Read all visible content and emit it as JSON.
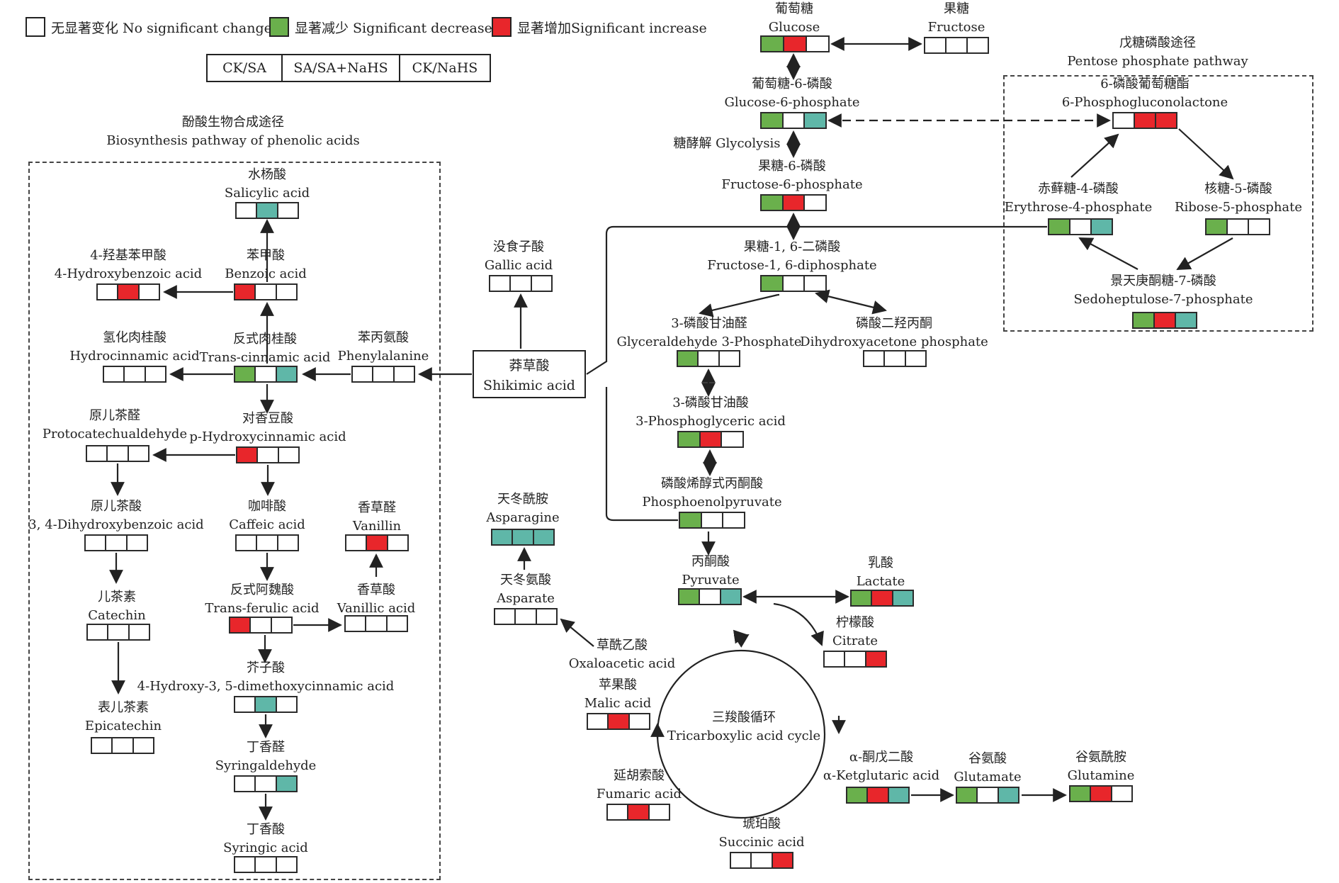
{
  "legend": {
    "no_change": "无显著变化 No significant change",
    "decrease": "显著减少 Significant decrease",
    "increase": "显著增加Significant increase"
  },
  "header": {
    "cols": [
      "CK/SA",
      "SA/SA+NaHS",
      "CK/NaHS"
    ]
  },
  "colors": {
    "no_change": "#ffffff",
    "decrease": "#6ab04c",
    "increase": "#e8262b",
    "other": "#5fb7a8"
  },
  "regions": {
    "phenolic": {
      "cn": "酚酸生物合成途径",
      "en": "Biosynthesis pathway of phenolic acids"
    },
    "pentose": {
      "cn": "戊糖磷酸途径",
      "en": "Pentose phosphate pathway"
    }
  },
  "glycolysis_label": "糖酵解 Glycolysis",
  "tca": {
    "cn": "三羧酸循环",
    "en": "Tricarboxylic acid cycle"
  },
  "metabolites": {
    "salicylic": {
      "cn": "水杨酸",
      "en": "Salicylic acid",
      "states": [
        "nc",
        "cyan",
        "nc"
      ]
    },
    "hydroxybenzoic": {
      "cn": "4-羟基苯甲酸",
      "en": "4-Hydroxybenzoic acid",
      "states": [
        "nc",
        "inc",
        "nc"
      ]
    },
    "benzoic": {
      "cn": "苯甲酸",
      "en": "Benzoic acid",
      "states": [
        "inc",
        "nc",
        "nc"
      ]
    },
    "hydrocinnamic": {
      "cn": "氢化肉桂酸",
      "en": "Hydrocinnamic acid",
      "states": [
        "nc",
        "nc",
        "nc"
      ]
    },
    "transcinnamic": {
      "cn": "反式肉桂酸",
      "en": "Trans-cinnamic acid",
      "states": [
        "dec",
        "nc",
        "cyan"
      ]
    },
    "phenylalanine": {
      "cn": "苯丙氨酸",
      "en": "Phenylalanine",
      "states": [
        "nc",
        "nc",
        "nc"
      ]
    },
    "protocatechualdehyde": {
      "cn": "原儿茶醛",
      "en": "Protocatechualdehyde",
      "states": [
        "nc",
        "nc",
        "nc"
      ]
    },
    "phydroxycinnamic": {
      "cn": "对香豆酸",
      "en": "p-Hydroxycinnamic acid",
      "states": [
        "inc",
        "nc",
        "nc"
      ]
    },
    "dihydroxybenzoic": {
      "cn": "原儿茶酸",
      "en": "3, 4-Dihydroxybenzoic acid",
      "states": [
        "nc",
        "nc",
        "nc"
      ]
    },
    "caffeic": {
      "cn": "咖啡酸",
      "en": "Caffeic acid",
      "states": [
        "nc",
        "nc",
        "nc"
      ]
    },
    "vanillin": {
      "cn": "香草醛",
      "en": "Vanillin",
      "states": [
        "nc",
        "inc",
        "nc"
      ]
    },
    "catechin": {
      "cn": "儿茶素",
      "en": "Catechin",
      "states": [
        "nc",
        "nc",
        "nc"
      ]
    },
    "transferulic": {
      "cn": "反式阿魏酸",
      "en": "Trans-ferulic acid",
      "states": [
        "inc",
        "nc",
        "nc"
      ]
    },
    "vanillic": {
      "cn": "香草酸",
      "en": "Vanillic acid",
      "states": [
        "nc",
        "nc",
        "nc"
      ]
    },
    "sinapic": {
      "cn": "芥子酸",
      "en": "4-Hydroxy-3, 5-dimethoxycinnamic acid",
      "states": [
        "nc",
        "cyan",
        "nc"
      ]
    },
    "epicatechin": {
      "cn": "表儿茶素",
      "en": "Epicatechin",
      "states": [
        "nc",
        "nc",
        "nc"
      ]
    },
    "syringaldehyde": {
      "cn": "丁香醛",
      "en": "Syringaldehyde",
      "states": [
        "nc",
        "nc",
        "cyan"
      ]
    },
    "syringic": {
      "cn": "丁香酸",
      "en": "Syringic acid",
      "states": [
        "nc",
        "nc",
        "nc"
      ]
    },
    "gallic": {
      "cn": "没食子酸",
      "en": "Gallic acid",
      "states": [
        "nc",
        "nc",
        "nc"
      ]
    },
    "shikimic": {
      "cn": "莽草酸",
      "en": "Shikimic acid"
    },
    "asparagine": {
      "cn": "天冬酰胺",
      "en": "Asparagine",
      "states": [
        "cyan",
        "cyan",
        "cyan"
      ]
    },
    "aspartate": {
      "cn": "天冬氨酸",
      "en": "Asparate",
      "states": [
        "nc",
        "nc",
        "nc"
      ]
    },
    "oxaloacetic": {
      "cn": "草酰乙酸",
      "en": "Oxaloacetic acid"
    },
    "malic": {
      "cn": "苹果酸",
      "en": "Malic acid",
      "states": [
        "nc",
        "inc",
        "nc"
      ]
    },
    "fumaric": {
      "cn": "延胡索酸",
      "en": "Fumaric acid",
      "states": [
        "nc",
        "inc",
        "nc"
      ]
    },
    "succinic": {
      "cn": "琥珀酸",
      "en": "Succinic acid",
      "states": [
        "nc",
        "nc",
        "inc"
      ]
    },
    "ketoglutaric": {
      "cn": "α-酮戊二酸",
      "en": "α-Ketglutaric acid",
      "states": [
        "dec",
        "inc",
        "cyan"
      ]
    },
    "glutamate": {
      "cn": "谷氨酸",
      "en": "Glutamate",
      "states": [
        "dec",
        "nc",
        "cyan"
      ]
    },
    "glutamine": {
      "cn": "谷氨酰胺",
      "en": "Glutamine",
      "states": [
        "dec",
        "inc",
        "nc"
      ]
    },
    "citrate": {
      "cn": "柠檬酸",
      "en": "Citrate",
      "states": [
        "nc",
        "nc",
        "inc"
      ]
    },
    "lactate": {
      "cn": "乳酸",
      "en": "Lactate",
      "states": [
        "dec",
        "inc",
        "cyan"
      ]
    },
    "pyruvate": {
      "cn": "丙酮酸",
      "en": "Pyruvate",
      "states": [
        "dec",
        "nc",
        "cyan"
      ]
    },
    "pep": {
      "cn": "磷酸烯醇式丙酮酸",
      "en": "Phosphoenolpyruvate",
      "states": [
        "dec",
        "nc",
        "nc"
      ]
    },
    "pga": {
      "cn": "3-磷酸甘油酸",
      "en": "3-Phosphoglyceric acid",
      "states": [
        "dec",
        "inc",
        "nc"
      ]
    },
    "g3p": {
      "cn": "3-磷酸甘油醛",
      "en": "Glyceraldehyde 3-Phosphate",
      "states": [
        "dec",
        "nc",
        "nc"
      ]
    },
    "dhap": {
      "cn": "磷酸二羟丙酮",
      "en": "Dihydroxyacetone phosphate",
      "states": [
        "nc",
        "nc",
        "nc"
      ]
    },
    "f16dp": {
      "cn": "果糖-1, 6-二磷酸",
      "en": "Fructose-1, 6-diphosphate",
      "states": [
        "dec",
        "nc",
        "nc"
      ]
    },
    "f6p": {
      "cn": "果糖-6-磷酸",
      "en": "Fructose-6-phosphate",
      "states": [
        "dec",
        "inc",
        "nc"
      ]
    },
    "g6p": {
      "cn": "葡萄糖-6-磷酸",
      "en": "Glucose-6-phosphate",
      "states": [
        "dec",
        "nc",
        "cyan"
      ]
    },
    "glucose": {
      "cn": "葡萄糖",
      "en": "Glucose",
      "states": [
        "dec",
        "inc",
        "nc"
      ]
    },
    "fructose": {
      "cn": "果糖",
      "en": "Fructose",
      "states": [
        "nc",
        "nc",
        "nc"
      ]
    },
    "pgl": {
      "cn": "6-磷酸葡萄糖酯",
      "en": "6-Phosphogluconolactone",
      "states": [
        "nc",
        "inc",
        "inc"
      ]
    },
    "e4p": {
      "cn": "赤藓糖-4-磷酸",
      "en": "Erythrose-4-phosphate",
      "states": [
        "dec",
        "nc",
        "cyan"
      ]
    },
    "r5p": {
      "cn": "核糖-5-磷酸",
      "en": "Ribose-5-phosphate",
      "states": [
        "dec",
        "nc",
        "nc"
      ]
    },
    "s7p": {
      "cn": "景天庚酮糖-7-磷酸",
      "en": "Sedoheptulose-7-phosphate",
      "states": [
        "dec",
        "inc",
        "cyan"
      ]
    }
  }
}
